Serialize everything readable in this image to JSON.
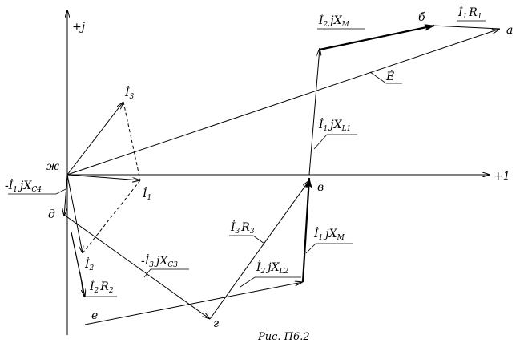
{
  "axes": {
    "imag_label": "+j",
    "real_label": "+1"
  },
  "points": {
    "zh": "ж",
    "a": "а",
    "b": "б",
    "v": "в",
    "g": "г",
    "d": "д",
    "e": "е"
  },
  "labels": {
    "I3": {
      "main": "İ",
      "sub": "3"
    },
    "I1": {
      "main": "İ",
      "sub": "1"
    },
    "I2": {
      "main": "İ",
      "sub": "2"
    },
    "E": {
      "main": "Ė",
      "sub": ""
    },
    "I1R1": {
      "main": "İ",
      "sub": "1",
      "tail": "R",
      "tail_sub": "1"
    },
    "I2jXM": {
      "main": "İ",
      "sub": "2",
      "tail": "jX",
      "tail_sub": "M"
    },
    "I1jXL1": {
      "main": "İ",
      "sub": "1",
      "tail": "jX",
      "tail_sub": "L1"
    },
    "mI1jXC4": {
      "prefix": "-",
      "main": "İ",
      "sub": "1",
      "tail": "jX",
      "tail_sub": "C4"
    },
    "I3R3": {
      "main": "İ",
      "sub": "3",
      "tail": "R",
      "tail_sub": "3"
    },
    "I1jXM": {
      "main": "İ",
      "sub": "1",
      "tail": "jX",
      "tail_sub": "M"
    },
    "mI3jXC3": {
      "prefix": "-",
      "main": "İ",
      "sub": "3",
      "tail": "jX",
      "tail_sub": "C3"
    },
    "I2jXL2": {
      "main": "İ",
      "sub": "2",
      "tail": "jX",
      "tail_sub": "L2"
    },
    "I2R2": {
      "main": "İ",
      "sub": "2",
      "tail": "R",
      "tail_sub": "2"
    }
  },
  "caption": "Рис. П6.2"
}
